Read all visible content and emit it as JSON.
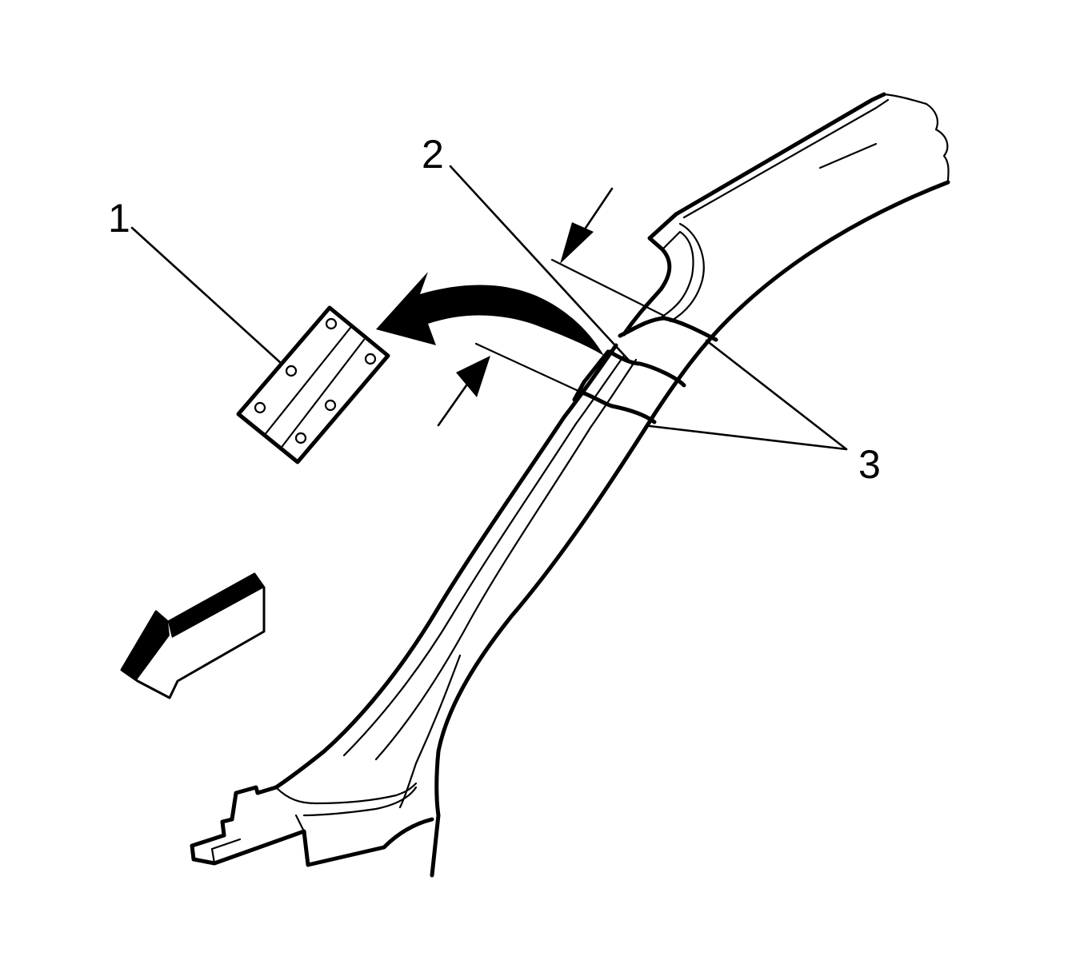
{
  "callouts": [
    {
      "id": "1",
      "label": "1"
    },
    {
      "id": "2",
      "label": "2"
    },
    {
      "id": "3",
      "label": "3"
    }
  ],
  "icons": {
    "removal_arrow": "curved-arrow-icon",
    "front_direction": "front-direction-arrow-icon",
    "pinch_arrows": "pinch-arrow-icon"
  },
  "colors": {
    "line": "#000000",
    "background": "#ffffff"
  }
}
